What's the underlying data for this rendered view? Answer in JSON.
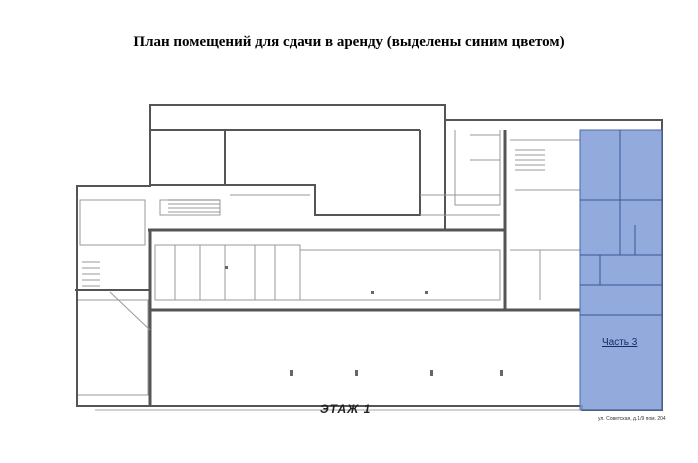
{
  "header": {
    "title": "План помещений для сдачи в аренду (выделены синим цветом)"
  },
  "plan": {
    "floor_label": "ЭТАЖ 1",
    "highlight": {
      "label": "Часть 3",
      "color": "#7f9bd6"
    },
    "address_note": "ул. Советская, д.1/9 пом. 204"
  }
}
